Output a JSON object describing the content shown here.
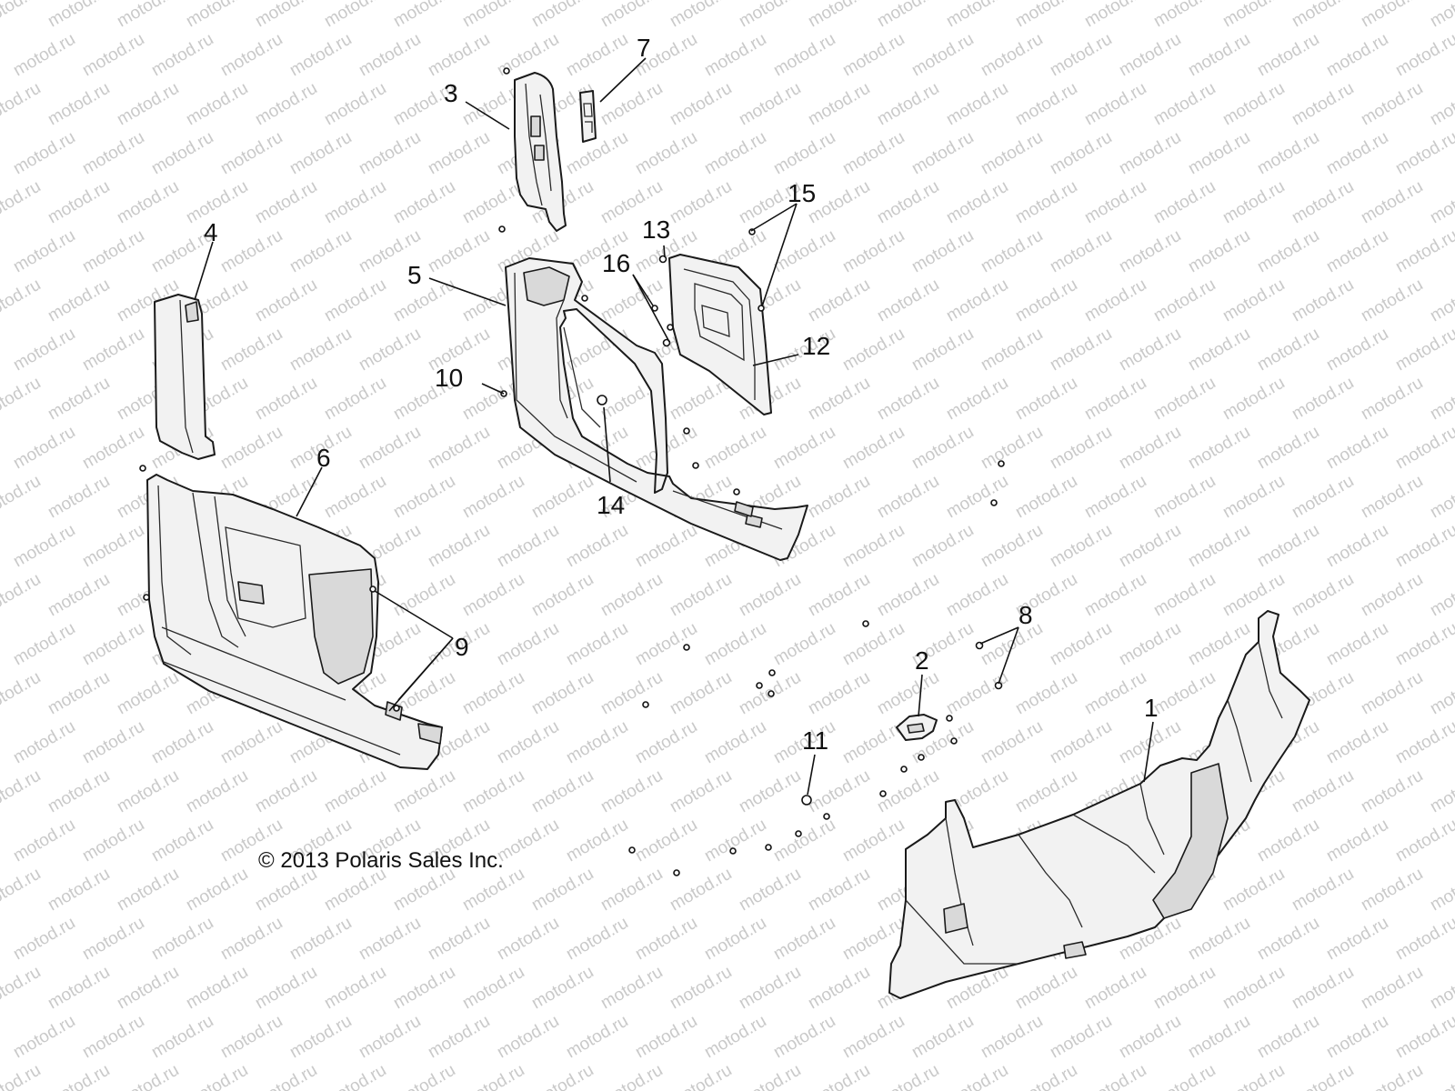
{
  "watermark": {
    "text": "motod.ru",
    "color": "#c9c9c9"
  },
  "copyright": "© 2013 Polaris Sales Inc.",
  "callouts": [
    {
      "id": "1",
      "label": "1"
    },
    {
      "id": "2",
      "label": "2"
    },
    {
      "id": "3",
      "label": "3"
    },
    {
      "id": "4",
      "label": "4"
    },
    {
      "id": "5",
      "label": "5"
    },
    {
      "id": "6",
      "label": "6"
    },
    {
      "id": "7",
      "label": "7"
    },
    {
      "id": "8",
      "label": "8"
    },
    {
      "id": "9",
      "label": "9"
    },
    {
      "id": "10",
      "label": "10"
    },
    {
      "id": "11",
      "label": "11"
    },
    {
      "id": "12",
      "label": "12"
    },
    {
      "id": "13",
      "label": "13"
    },
    {
      "id": "14",
      "label": "14"
    },
    {
      "id": "15",
      "label": "15"
    },
    {
      "id": "16",
      "label": "16"
    }
  ]
}
